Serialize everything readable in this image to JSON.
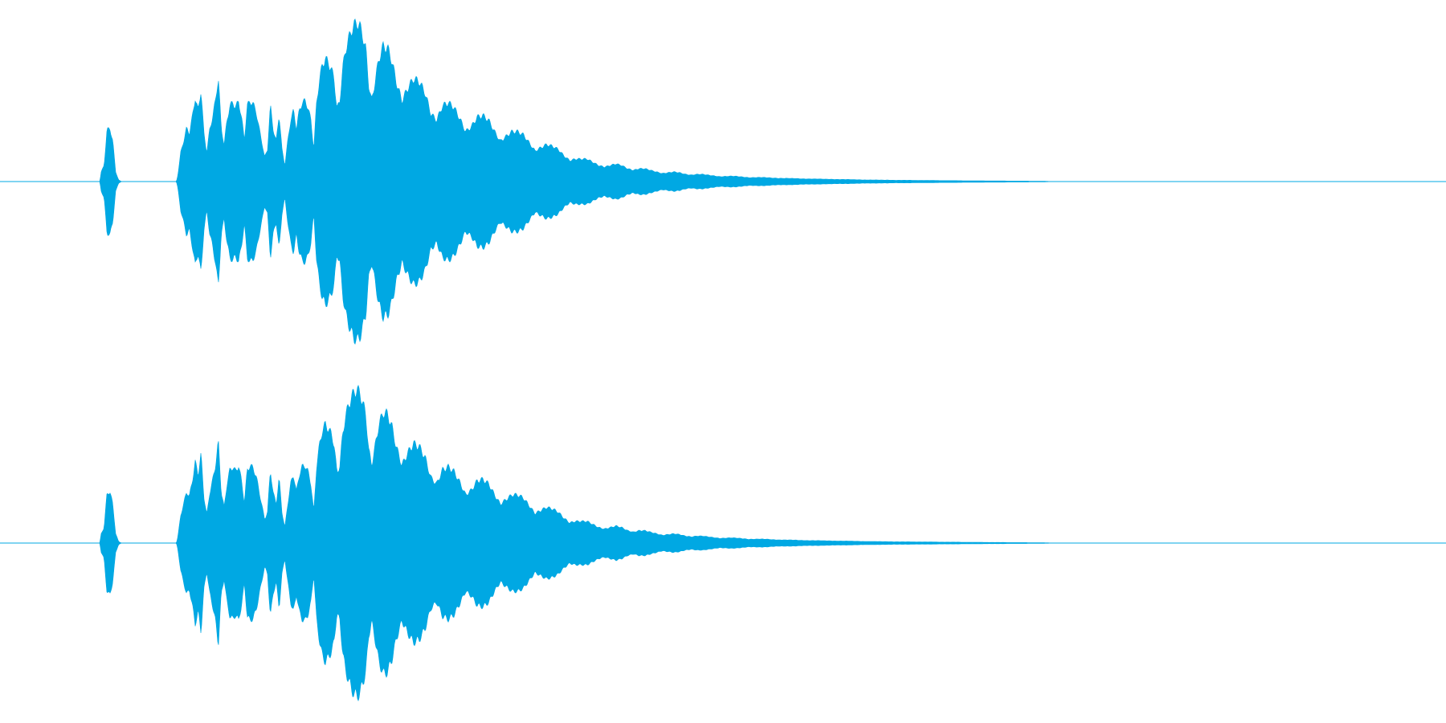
{
  "waveform": {
    "color": "#00a8e3",
    "channels": [
      {
        "name": "left"
      },
      {
        "name": "right"
      }
    ],
    "envelope": [
      [
        0.0,
        0.0
      ],
      [
        0.069,
        0.0
      ],
      [
        0.07,
        0.06
      ],
      [
        0.072,
        0.1
      ],
      [
        0.074,
        0.32
      ],
      [
        0.076,
        0.33
      ],
      [
        0.078,
        0.25
      ],
      [
        0.08,
        0.06
      ],
      [
        0.082,
        0.01
      ],
      [
        0.084,
        0.0
      ],
      [
        0.122,
        0.0
      ],
      [
        0.123,
        0.04
      ],
      [
        0.125,
        0.18
      ],
      [
        0.127,
        0.25
      ],
      [
        0.129,
        0.33
      ],
      [
        0.131,
        0.3
      ],
      [
        0.133,
        0.4
      ],
      [
        0.135,
        0.52
      ],
      [
        0.137,
        0.44
      ],
      [
        0.139,
        0.57
      ],
      [
        0.141,
        0.3
      ],
      [
        0.143,
        0.18
      ],
      [
        0.145,
        0.32
      ],
      [
        0.147,
        0.4
      ],
      [
        0.149,
        0.5
      ],
      [
        0.151,
        0.65
      ],
      [
        0.153,
        0.33
      ],
      [
        0.155,
        0.23
      ],
      [
        0.157,
        0.38
      ],
      [
        0.159,
        0.47
      ],
      [
        0.161,
        0.49
      ],
      [
        0.163,
        0.46
      ],
      [
        0.165,
        0.5
      ],
      [
        0.167,
        0.4
      ],
      [
        0.169,
        0.26
      ],
      [
        0.171,
        0.47
      ],
      [
        0.173,
        0.5
      ],
      [
        0.175,
        0.48
      ],
      [
        0.177,
        0.44
      ],
      [
        0.179,
        0.34
      ],
      [
        0.181,
        0.25
      ],
      [
        0.183,
        0.15
      ],
      [
        0.185,
        0.2
      ],
      [
        0.187,
        0.47
      ],
      [
        0.189,
        0.32
      ],
      [
        0.191,
        0.25
      ],
      [
        0.193,
        0.42
      ],
      [
        0.195,
        0.2
      ],
      [
        0.197,
        0.1
      ],
      [
        0.199,
        0.25
      ],
      [
        0.201,
        0.38
      ],
      [
        0.203,
        0.44
      ],
      [
        0.205,
        0.33
      ],
      [
        0.207,
        0.44
      ],
      [
        0.209,
        0.49
      ],
      [
        0.211,
        0.5
      ],
      [
        0.213,
        0.46
      ],
      [
        0.215,
        0.38
      ],
      [
        0.217,
        0.2
      ],
      [
        0.219,
        0.5
      ],
      [
        0.221,
        0.63
      ],
      [
        0.223,
        0.73
      ],
      [
        0.225,
        0.76
      ],
      [
        0.227,
        0.74
      ],
      [
        0.229,
        0.7
      ],
      [
        0.231,
        0.64
      ],
      [
        0.233,
        0.45
      ],
      [
        0.235,
        0.5
      ],
      [
        0.237,
        0.7
      ],
      [
        0.239,
        0.82
      ],
      [
        0.241,
        0.88
      ],
      [
        0.243,
        0.94
      ],
      [
        0.245,
        0.97
      ],
      [
        0.247,
        0.99
      ],
      [
        0.249,
        0.96
      ],
      [
        0.251,
        0.9
      ],
      [
        0.253,
        0.82
      ],
      [
        0.255,
        0.6
      ],
      [
        0.257,
        0.5
      ],
      [
        0.259,
        0.6
      ],
      [
        0.262,
        0.76
      ],
      [
        0.265,
        0.84
      ],
      [
        0.268,
        0.83
      ],
      [
        0.271,
        0.75
      ],
      [
        0.274,
        0.62
      ],
      [
        0.278,
        0.5
      ],
      [
        0.282,
        0.58
      ],
      [
        0.286,
        0.64
      ],
      [
        0.29,
        0.62
      ],
      [
        0.294,
        0.55
      ],
      [
        0.298,
        0.42
      ],
      [
        0.302,
        0.38
      ],
      [
        0.306,
        0.47
      ],
      [
        0.31,
        0.49
      ],
      [
        0.314,
        0.46
      ],
      [
        0.318,
        0.39
      ],
      [
        0.322,
        0.31
      ],
      [
        0.326,
        0.34
      ],
      [
        0.33,
        0.4
      ],
      [
        0.334,
        0.41
      ],
      [
        0.338,
        0.38
      ],
      [
        0.342,
        0.31
      ],
      [
        0.346,
        0.25
      ],
      [
        0.35,
        0.28
      ],
      [
        0.354,
        0.31
      ],
      [
        0.358,
        0.31
      ],
      [
        0.362,
        0.29
      ],
      [
        0.366,
        0.24
      ],
      [
        0.37,
        0.19
      ],
      [
        0.374,
        0.21
      ],
      [
        0.378,
        0.23
      ],
      [
        0.382,
        0.22
      ],
      [
        0.386,
        0.2
      ],
      [
        0.39,
        0.16
      ],
      [
        0.394,
        0.13
      ],
      [
        0.398,
        0.14
      ],
      [
        0.402,
        0.14
      ],
      [
        0.406,
        0.14
      ],
      [
        0.41,
        0.12
      ],
      [
        0.414,
        0.1
      ],
      [
        0.418,
        0.09
      ],
      [
        0.422,
        0.1
      ],
      [
        0.426,
        0.11
      ],
      [
        0.43,
        0.1
      ],
      [
        0.434,
        0.08
      ],
      [
        0.438,
        0.07
      ],
      [
        0.442,
        0.08
      ],
      [
        0.446,
        0.08
      ],
      [
        0.45,
        0.07
      ],
      [
        0.454,
        0.06
      ],
      [
        0.458,
        0.05
      ],
      [
        0.462,
        0.055
      ],
      [
        0.466,
        0.06
      ],
      [
        0.47,
        0.055
      ],
      [
        0.474,
        0.045
      ],
      [
        0.478,
        0.04
      ],
      [
        0.482,
        0.045
      ],
      [
        0.486,
        0.045
      ],
      [
        0.49,
        0.04
      ],
      [
        0.494,
        0.035
      ],
      [
        0.498,
        0.03
      ],
      [
        0.502,
        0.032
      ],
      [
        0.506,
        0.034
      ],
      [
        0.51,
        0.032
      ],
      [
        0.514,
        0.028
      ],
      [
        0.518,
        0.024
      ],
      [
        0.522,
        0.025
      ],
      [
        0.526,
        0.026
      ],
      [
        0.53,
        0.025
      ],
      [
        0.534,
        0.022
      ],
      [
        0.538,
        0.02
      ],
      [
        0.542,
        0.02
      ],
      [
        0.546,
        0.02
      ],
      [
        0.55,
        0.019
      ],
      [
        0.554,
        0.017
      ],
      [
        0.558,
        0.016
      ],
      [
        0.562,
        0.016
      ],
      [
        0.566,
        0.016
      ],
      [
        0.57,
        0.015
      ],
      [
        0.574,
        0.014
      ],
      [
        0.578,
        0.013
      ],
      [
        0.582,
        0.013
      ],
      [
        0.586,
        0.013
      ],
      [
        0.59,
        0.012
      ],
      [
        0.594,
        0.011
      ],
      [
        0.598,
        0.01
      ],
      [
        0.602,
        0.01
      ],
      [
        0.606,
        0.01
      ],
      [
        0.61,
        0.009
      ],
      [
        0.614,
        0.009
      ],
      [
        0.618,
        0.008
      ],
      [
        0.622,
        0.008
      ],
      [
        0.626,
        0.008
      ],
      [
        0.63,
        0.008
      ],
      [
        0.634,
        0.007
      ],
      [
        0.638,
        0.007
      ],
      [
        0.642,
        0.007
      ],
      [
        0.646,
        0.007
      ],
      [
        0.65,
        0.006
      ],
      [
        0.654,
        0.006
      ],
      [
        0.658,
        0.006
      ],
      [
        0.662,
        0.006
      ],
      [
        0.666,
        0.005
      ],
      [
        0.67,
        0.005
      ],
      [
        0.674,
        0.005
      ],
      [
        0.678,
        0.005
      ],
      [
        0.682,
        0.004
      ],
      [
        0.686,
        0.004
      ],
      [
        0.69,
        0.004
      ],
      [
        0.694,
        0.004
      ],
      [
        0.698,
        0.003
      ],
      [
        0.702,
        0.003
      ],
      [
        0.706,
        0.003
      ],
      [
        0.71,
        0.003
      ],
      [
        0.714,
        0.002
      ],
      [
        0.718,
        0.002
      ],
      [
        0.722,
        0.002
      ],
      [
        0.726,
        0.001
      ],
      [
        0.73,
        0.0
      ],
      [
        1.0,
        0.0
      ]
    ]
  }
}
